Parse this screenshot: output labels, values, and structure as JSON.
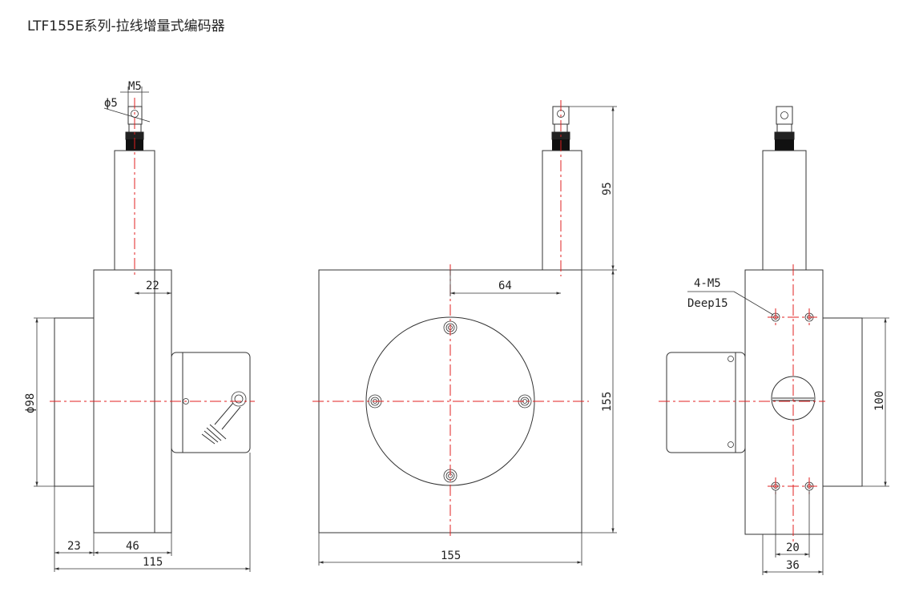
{
  "title": "LTF155E系列-拉线增量式编码器",
  "dimensions": {
    "m5": "M5",
    "phi5": "ϕ5",
    "d22": "22",
    "phi98": "ϕ98",
    "d23": "23",
    "d46": "46",
    "d115": "115",
    "d64": "64",
    "d95": "95",
    "d155_v": "155",
    "d155_h": "155",
    "hole_note_1": "4-M5",
    "hole_note_2": "Deep15",
    "d100": "100",
    "d20": "20",
    "d36": "36"
  }
}
